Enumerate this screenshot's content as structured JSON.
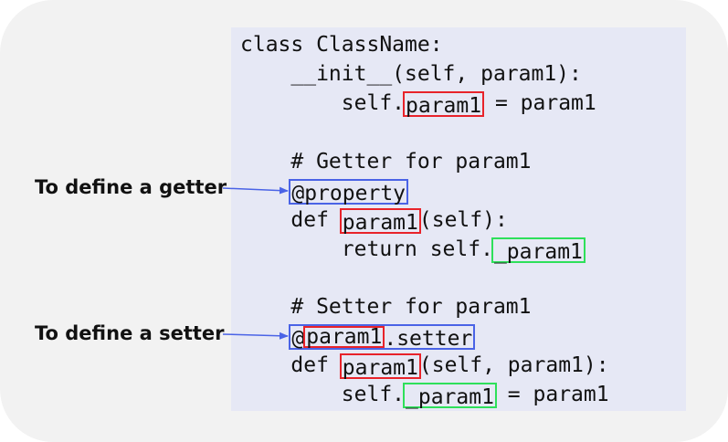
{
  "labels": {
    "getter": "To define a getter",
    "setter": "To define a setter"
  },
  "code": {
    "line1": "class ClassName:",
    "line2": "    __init__(self, param1):",
    "line3_a": "        self.",
    "line3_box": "param1",
    "line3_b": " = param1",
    "line4_comment": "    # Getter for param1",
    "line5_indent": "    ",
    "line5_box": "@property",
    "line6_a": "    def ",
    "line6_box": "param1",
    "line6_b": "(self):",
    "line7_a": "        return self.",
    "line7_box": "_param1",
    "line8_comment": "    # Setter for param1",
    "line9_indent": "    ",
    "line9_at": "@",
    "line9_box": "param1",
    "line9_rest": ".setter",
    "line10_a": "    def ",
    "line10_box": "param1",
    "line10_b": "(self, param1):",
    "line11_a": "        self.",
    "line11_box": "_param1",
    "line11_b": " = param1"
  },
  "colors": {
    "background": "#f2f2f2",
    "code_panel": "#e6e8f5",
    "name_box": "#e8232a",
    "private_box": "#2ee05a",
    "decorator_box": "#4a63e6",
    "arrow": "#4a63e6"
  }
}
